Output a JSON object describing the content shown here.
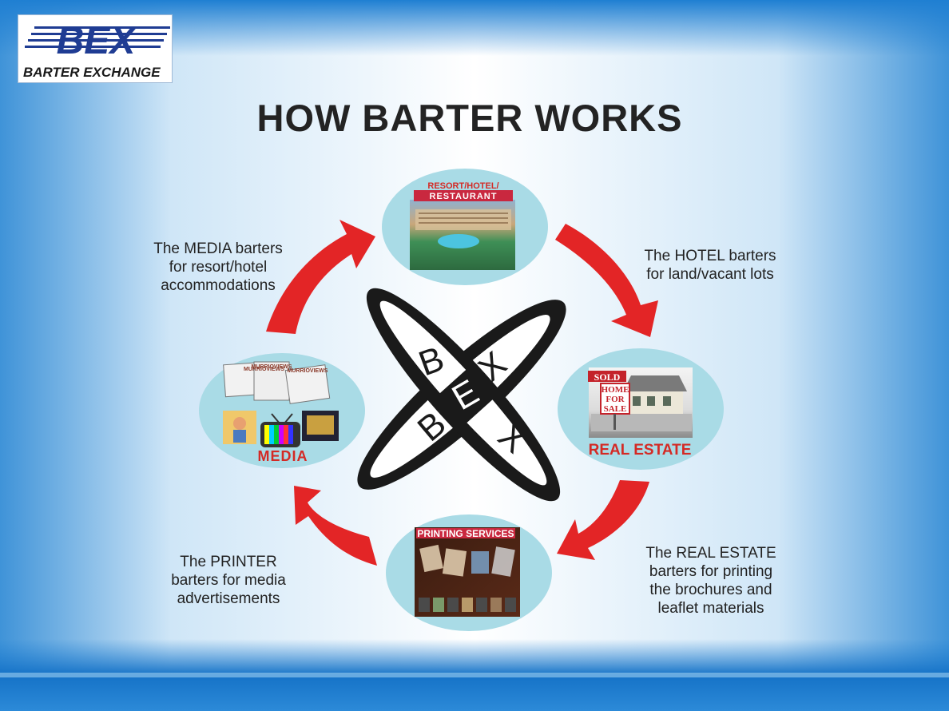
{
  "logo": {
    "mark": "BEX",
    "tagline": "BARTER EXCHANGE"
  },
  "title": "HOW BARTER WORKS",
  "center_emblem": {
    "letters_a": [
      "B",
      "E",
      "X"
    ],
    "letters_b": [
      "B",
      "E",
      "X"
    ]
  },
  "nodes": {
    "resort": {
      "label_line1": "RESORT/HOTEL/",
      "label_line2": "RESTAURANT"
    },
    "real_estate": {
      "label": "REAL ESTATE",
      "sign_sold": "SOLD",
      "sign_line1": "HOME",
      "sign_line2": "FOR",
      "sign_line3": "SALE"
    },
    "printing": {
      "label": "PRINTING SERVICES"
    },
    "media": {
      "label": "MEDIA",
      "paper_title": "MURRIOVIEWS"
    }
  },
  "captions": {
    "media_to_hotel": [
      "The MEDIA barters",
      "for resort/hotel",
      "accommodations"
    ],
    "hotel_to_land": [
      "The HOTEL barters",
      "for land/vacant lots"
    ],
    "realestate_to_printing": [
      "The REAL ESTATE",
      "barters for printing",
      "the brochures and",
      "leaflet materials"
    ],
    "printer_to_media": [
      "The PRINTER",
      "barters for media",
      "advertisements"
    ]
  },
  "colors": {
    "arrow": "#e32526",
    "node_fill": "#a9dbe6",
    "label_red": "#d42a25",
    "title": "#232323",
    "logo_blue": "#1f3c93"
  }
}
